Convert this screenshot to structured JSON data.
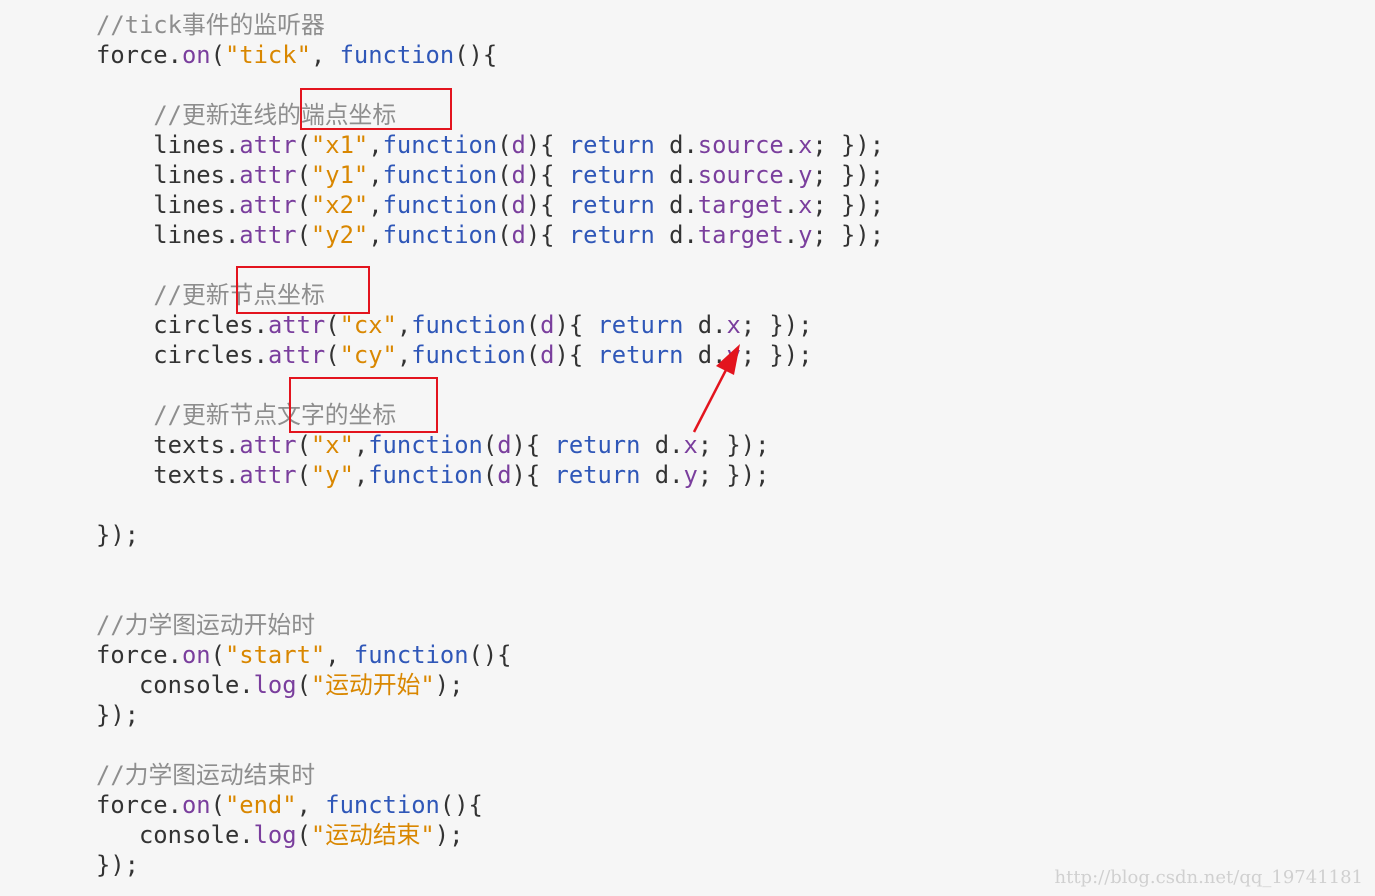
{
  "code_lines": [
    [
      {
        "c": "cm",
        "t": "//tick事件的监听器"
      }
    ],
    [
      {
        "c": "pl",
        "t": "force."
      },
      {
        "c": "pr",
        "t": "on"
      },
      {
        "c": "pl",
        "t": "("
      },
      {
        "c": "st",
        "t": "\"tick\""
      },
      {
        "c": "pl",
        "t": ", "
      },
      {
        "c": "kw",
        "t": "function"
      },
      {
        "c": "pl",
        "t": "(){"
      }
    ],
    [],
    [
      {
        "c": "pl",
        "t": "    "
      },
      {
        "c": "cm",
        "t": "//更新连线的端点坐标"
      }
    ],
    [
      {
        "c": "pl",
        "t": "    lines."
      },
      {
        "c": "pr",
        "t": "attr"
      },
      {
        "c": "pl",
        "t": "("
      },
      {
        "c": "st",
        "t": "\"x1\""
      },
      {
        "c": "pl",
        "t": ","
      },
      {
        "c": "kw",
        "t": "function"
      },
      {
        "c": "pl",
        "t": "("
      },
      {
        "c": "pr",
        "t": "d"
      },
      {
        "c": "pl",
        "t": "){ "
      },
      {
        "c": "kw",
        "t": "return"
      },
      {
        "c": "pl",
        "t": " d."
      },
      {
        "c": "pr",
        "t": "source"
      },
      {
        "c": "pl",
        "t": "."
      },
      {
        "c": "pr",
        "t": "x"
      },
      {
        "c": "pl",
        "t": "; });"
      }
    ],
    [
      {
        "c": "pl",
        "t": "    lines."
      },
      {
        "c": "pr",
        "t": "attr"
      },
      {
        "c": "pl",
        "t": "("
      },
      {
        "c": "st",
        "t": "\"y1\""
      },
      {
        "c": "pl",
        "t": ","
      },
      {
        "c": "kw",
        "t": "function"
      },
      {
        "c": "pl",
        "t": "("
      },
      {
        "c": "pr",
        "t": "d"
      },
      {
        "c": "pl",
        "t": "){ "
      },
      {
        "c": "kw",
        "t": "return"
      },
      {
        "c": "pl",
        "t": " d."
      },
      {
        "c": "pr",
        "t": "source"
      },
      {
        "c": "pl",
        "t": "."
      },
      {
        "c": "pr",
        "t": "y"
      },
      {
        "c": "pl",
        "t": "; });"
      }
    ],
    [
      {
        "c": "pl",
        "t": "    lines."
      },
      {
        "c": "pr",
        "t": "attr"
      },
      {
        "c": "pl",
        "t": "("
      },
      {
        "c": "st",
        "t": "\"x2\""
      },
      {
        "c": "pl",
        "t": ","
      },
      {
        "c": "kw",
        "t": "function"
      },
      {
        "c": "pl",
        "t": "("
      },
      {
        "c": "pr",
        "t": "d"
      },
      {
        "c": "pl",
        "t": "){ "
      },
      {
        "c": "kw",
        "t": "return"
      },
      {
        "c": "pl",
        "t": " d."
      },
      {
        "c": "pr",
        "t": "target"
      },
      {
        "c": "pl",
        "t": "."
      },
      {
        "c": "pr",
        "t": "x"
      },
      {
        "c": "pl",
        "t": "; });"
      }
    ],
    [
      {
        "c": "pl",
        "t": "    lines."
      },
      {
        "c": "pr",
        "t": "attr"
      },
      {
        "c": "pl",
        "t": "("
      },
      {
        "c": "st",
        "t": "\"y2\""
      },
      {
        "c": "pl",
        "t": ","
      },
      {
        "c": "kw",
        "t": "function"
      },
      {
        "c": "pl",
        "t": "("
      },
      {
        "c": "pr",
        "t": "d"
      },
      {
        "c": "pl",
        "t": "){ "
      },
      {
        "c": "kw",
        "t": "return"
      },
      {
        "c": "pl",
        "t": " d."
      },
      {
        "c": "pr",
        "t": "target"
      },
      {
        "c": "pl",
        "t": "."
      },
      {
        "c": "pr",
        "t": "y"
      },
      {
        "c": "pl",
        "t": "; });"
      }
    ],
    [],
    [
      {
        "c": "pl",
        "t": "    "
      },
      {
        "c": "cm",
        "t": "//更新节点坐标"
      }
    ],
    [
      {
        "c": "pl",
        "t": "    circles."
      },
      {
        "c": "pr",
        "t": "attr"
      },
      {
        "c": "pl",
        "t": "("
      },
      {
        "c": "st",
        "t": "\"cx\""
      },
      {
        "c": "pl",
        "t": ","
      },
      {
        "c": "kw",
        "t": "function"
      },
      {
        "c": "pl",
        "t": "("
      },
      {
        "c": "pr",
        "t": "d"
      },
      {
        "c": "pl",
        "t": "){ "
      },
      {
        "c": "kw",
        "t": "return"
      },
      {
        "c": "pl",
        "t": " d."
      },
      {
        "c": "pr",
        "t": "x"
      },
      {
        "c": "pl",
        "t": "; });"
      }
    ],
    [
      {
        "c": "pl",
        "t": "    circles."
      },
      {
        "c": "pr",
        "t": "attr"
      },
      {
        "c": "pl",
        "t": "("
      },
      {
        "c": "st",
        "t": "\"cy\""
      },
      {
        "c": "pl",
        "t": ","
      },
      {
        "c": "kw",
        "t": "function"
      },
      {
        "c": "pl",
        "t": "("
      },
      {
        "c": "pr",
        "t": "d"
      },
      {
        "c": "pl",
        "t": "){ "
      },
      {
        "c": "kw",
        "t": "return"
      },
      {
        "c": "pl",
        "t": " d."
      },
      {
        "c": "pr",
        "t": "y"
      },
      {
        "c": "pl",
        "t": "; });"
      }
    ],
    [],
    [
      {
        "c": "pl",
        "t": "    "
      },
      {
        "c": "cm",
        "t": "//更新节点文字的坐标"
      }
    ],
    [
      {
        "c": "pl",
        "t": "    texts."
      },
      {
        "c": "pr",
        "t": "attr"
      },
      {
        "c": "pl",
        "t": "("
      },
      {
        "c": "st",
        "t": "\"x\""
      },
      {
        "c": "pl",
        "t": ","
      },
      {
        "c": "kw",
        "t": "function"
      },
      {
        "c": "pl",
        "t": "("
      },
      {
        "c": "pr",
        "t": "d"
      },
      {
        "c": "pl",
        "t": "){ "
      },
      {
        "c": "kw",
        "t": "return"
      },
      {
        "c": "pl",
        "t": " d."
      },
      {
        "c": "pr",
        "t": "x"
      },
      {
        "c": "pl",
        "t": "; });"
      }
    ],
    [
      {
        "c": "pl",
        "t": "    texts."
      },
      {
        "c": "pr",
        "t": "attr"
      },
      {
        "c": "pl",
        "t": "("
      },
      {
        "c": "st",
        "t": "\"y\""
      },
      {
        "c": "pl",
        "t": ","
      },
      {
        "c": "kw",
        "t": "function"
      },
      {
        "c": "pl",
        "t": "("
      },
      {
        "c": "pr",
        "t": "d"
      },
      {
        "c": "pl",
        "t": "){ "
      },
      {
        "c": "kw",
        "t": "return"
      },
      {
        "c": "pl",
        "t": " d."
      },
      {
        "c": "pr",
        "t": "y"
      },
      {
        "c": "pl",
        "t": "; });"
      }
    ],
    [],
    [
      {
        "c": "pl",
        "t": "});"
      }
    ],
    [],
    [],
    [
      {
        "c": "cm",
        "t": "//力学图运动开始时"
      }
    ],
    [
      {
        "c": "pl",
        "t": "force."
      },
      {
        "c": "pr",
        "t": "on"
      },
      {
        "c": "pl",
        "t": "("
      },
      {
        "c": "st",
        "t": "\"start\""
      },
      {
        "c": "pl",
        "t": ", "
      },
      {
        "c": "kw",
        "t": "function"
      },
      {
        "c": "pl",
        "t": "(){"
      }
    ],
    [
      {
        "c": "pl",
        "t": "   console."
      },
      {
        "c": "pr",
        "t": "log"
      },
      {
        "c": "pl",
        "t": "("
      },
      {
        "c": "st",
        "t": "\"运动开始\""
      },
      {
        "c": "pl",
        "t": ");"
      }
    ],
    [
      {
        "c": "pl",
        "t": "});"
      }
    ],
    [],
    [
      {
        "c": "cm",
        "t": "//力学图运动结束时"
      }
    ],
    [
      {
        "c": "pl",
        "t": "force."
      },
      {
        "c": "pr",
        "t": "on"
      },
      {
        "c": "pl",
        "t": "("
      },
      {
        "c": "st",
        "t": "\"end\""
      },
      {
        "c": "pl",
        "t": ", "
      },
      {
        "c": "kw",
        "t": "function"
      },
      {
        "c": "pl",
        "t": "(){"
      }
    ],
    [
      {
        "c": "pl",
        "t": "   console."
      },
      {
        "c": "pr",
        "t": "log"
      },
      {
        "c": "pl",
        "t": "("
      },
      {
        "c": "st",
        "t": "\"运动结束\""
      },
      {
        "c": "pl",
        "t": ");"
      }
    ],
    [
      {
        "c": "pl",
        "t": "});"
      }
    ]
  ],
  "watermark": "http://blog.csdn.net/qq_19741181",
  "colors": {
    "background": "#f6f6f6",
    "comment": "#8e8e8e",
    "keyword": "#2f57b8",
    "string": "#d98700",
    "property": "#7a3e9d",
    "plain": "#333333",
    "annotation": "#e3141e"
  }
}
